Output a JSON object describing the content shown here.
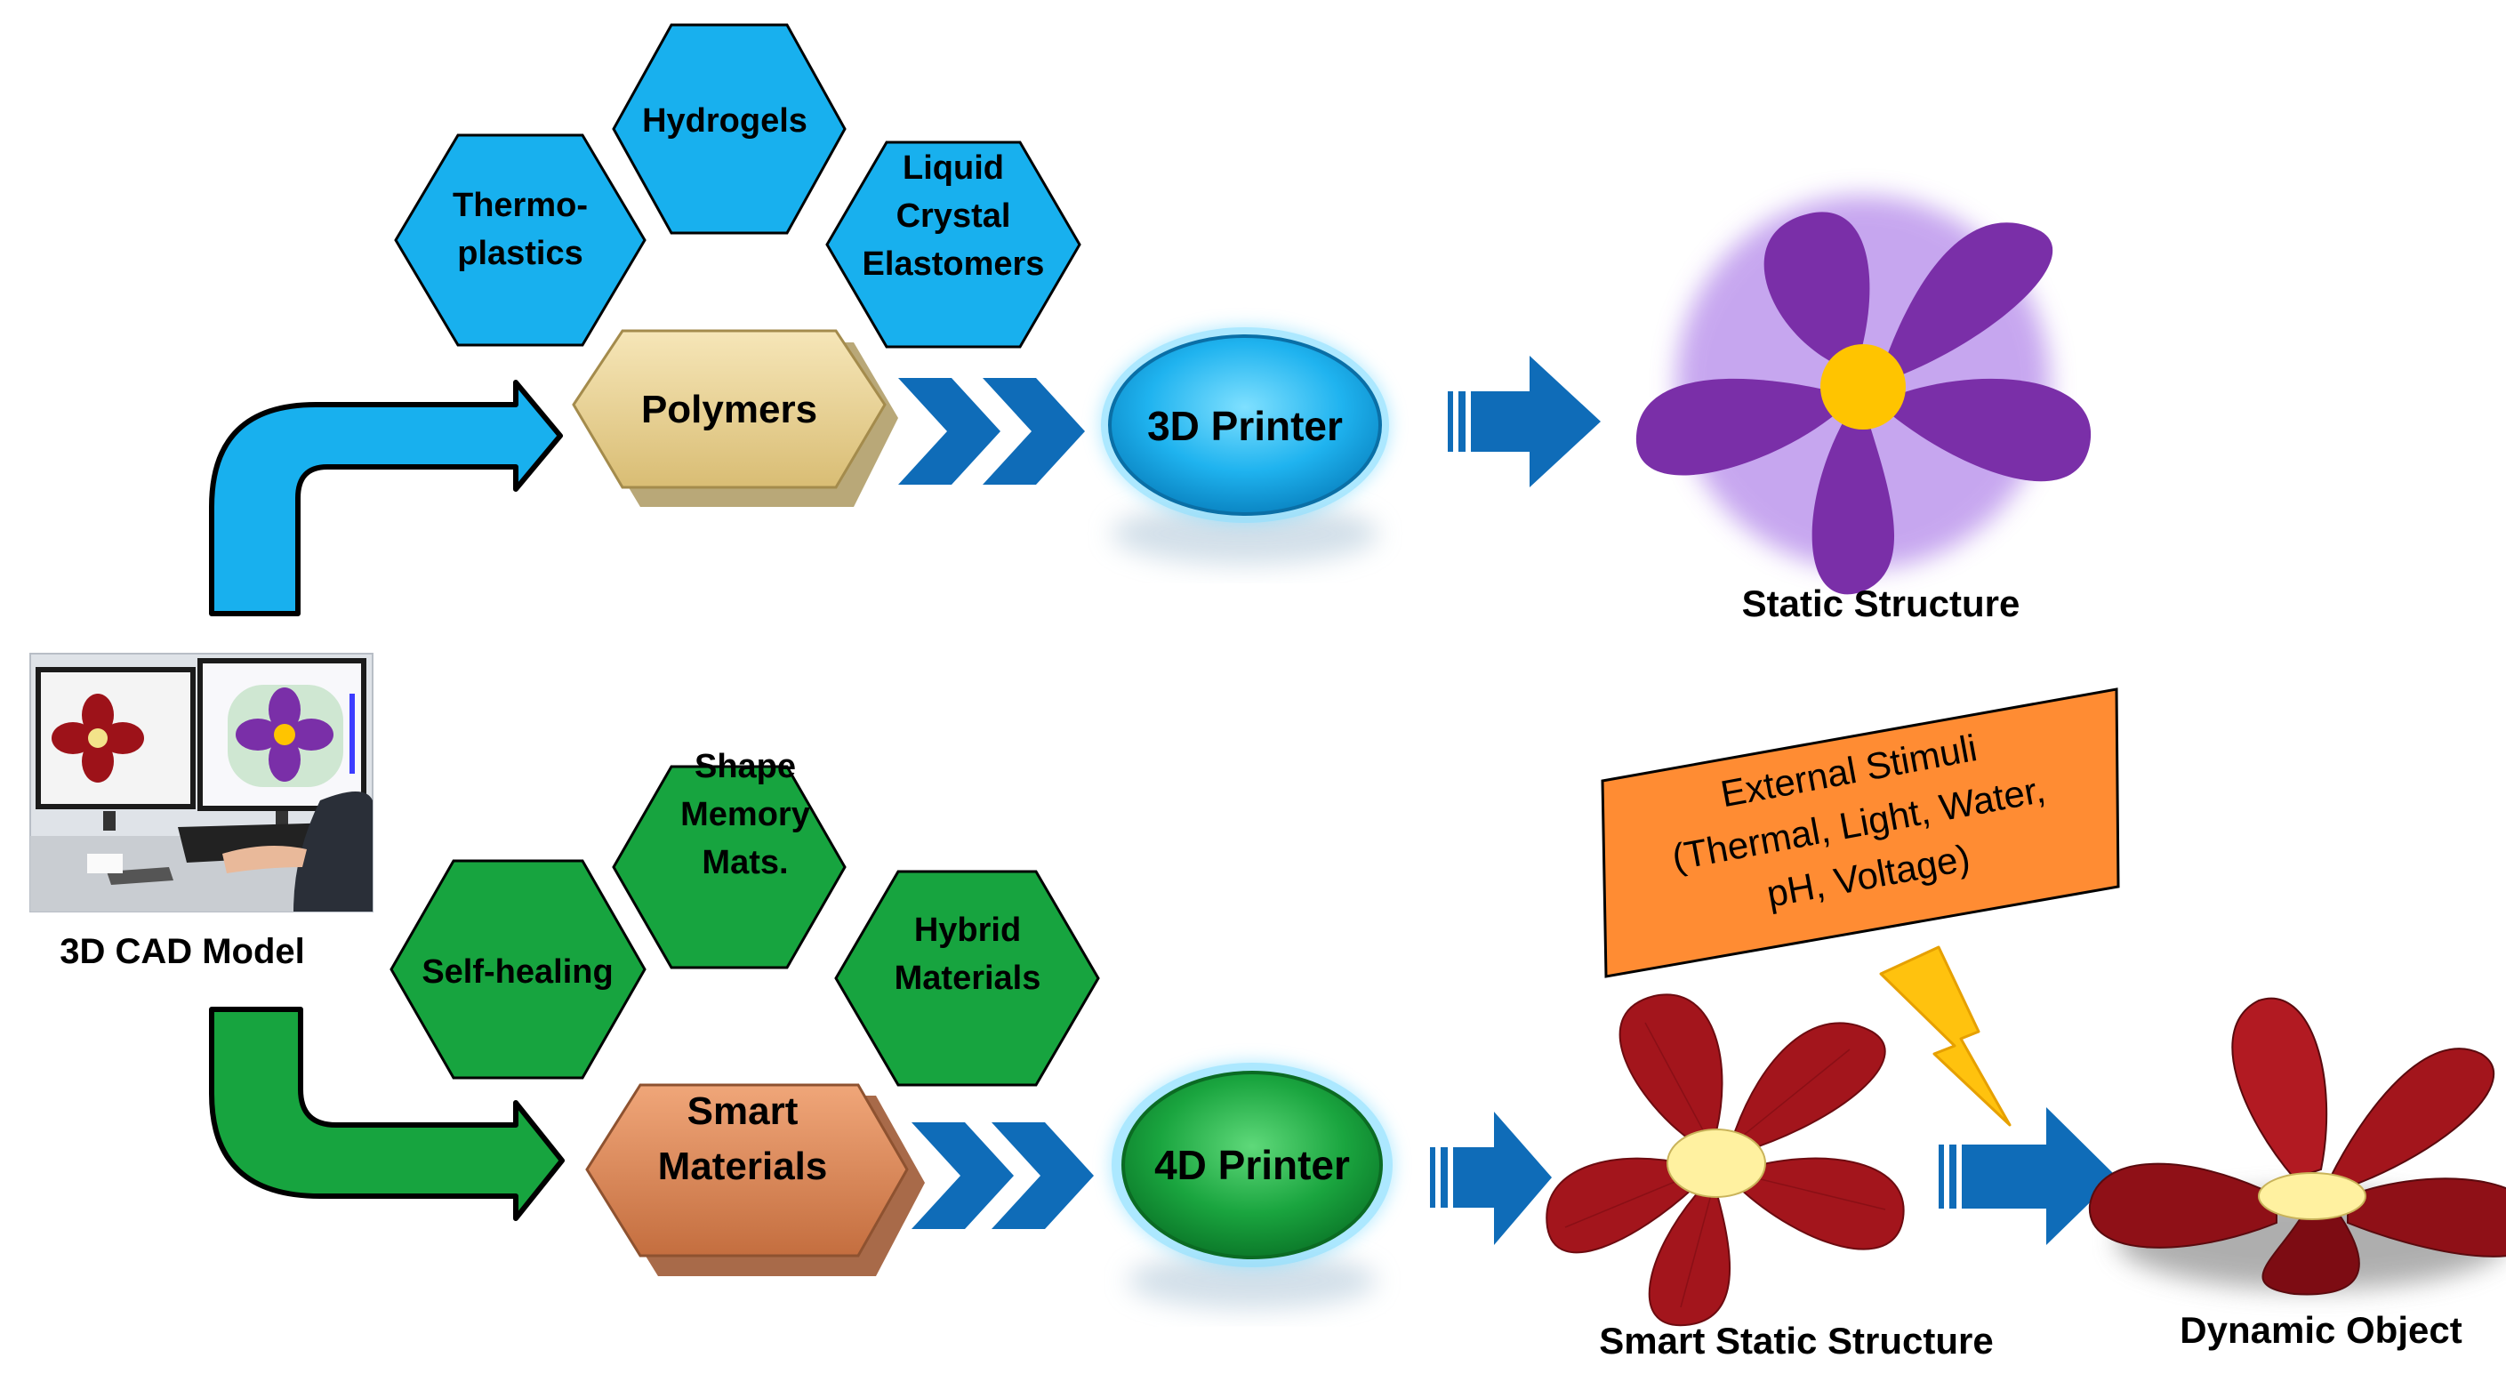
{
  "colors": {
    "blue": "#18b0ee",
    "green": "#17a43f",
    "navy_arrow": "#0f6cb8",
    "polymers": "#e8d39a",
    "smart": "#d98a5c",
    "stimuli": "#ff8c33",
    "bolt": "#ffc20e",
    "static_petal": "#7a2fa8",
    "static_center": "#ffc400",
    "red_petal": "#a3151c",
    "red_center": "#fff1a0"
  },
  "cad": {
    "label": "3D CAD Model"
  },
  "top_row": {
    "hexes": [
      "Thermo-|plastics",
      "Hydrogels",
      "Liquid|Crystal|Elastomers"
    ],
    "material": "Polymers",
    "printer": "3D Printer",
    "output": "Static Structure"
  },
  "bottom_row": {
    "hexes": [
      "Self-healing",
      "Shape|Memory|Mats.",
      "Hybrid|Materials"
    ],
    "material": "Smart|Materials",
    "printer": "4D Printer",
    "output": "Smart Static Structure",
    "final": "Dynamic Object"
  },
  "stimuli": {
    "lines": [
      "External Stimuli",
      "(Thermal, Light, Water,",
      "pH, Voltage)"
    ]
  }
}
